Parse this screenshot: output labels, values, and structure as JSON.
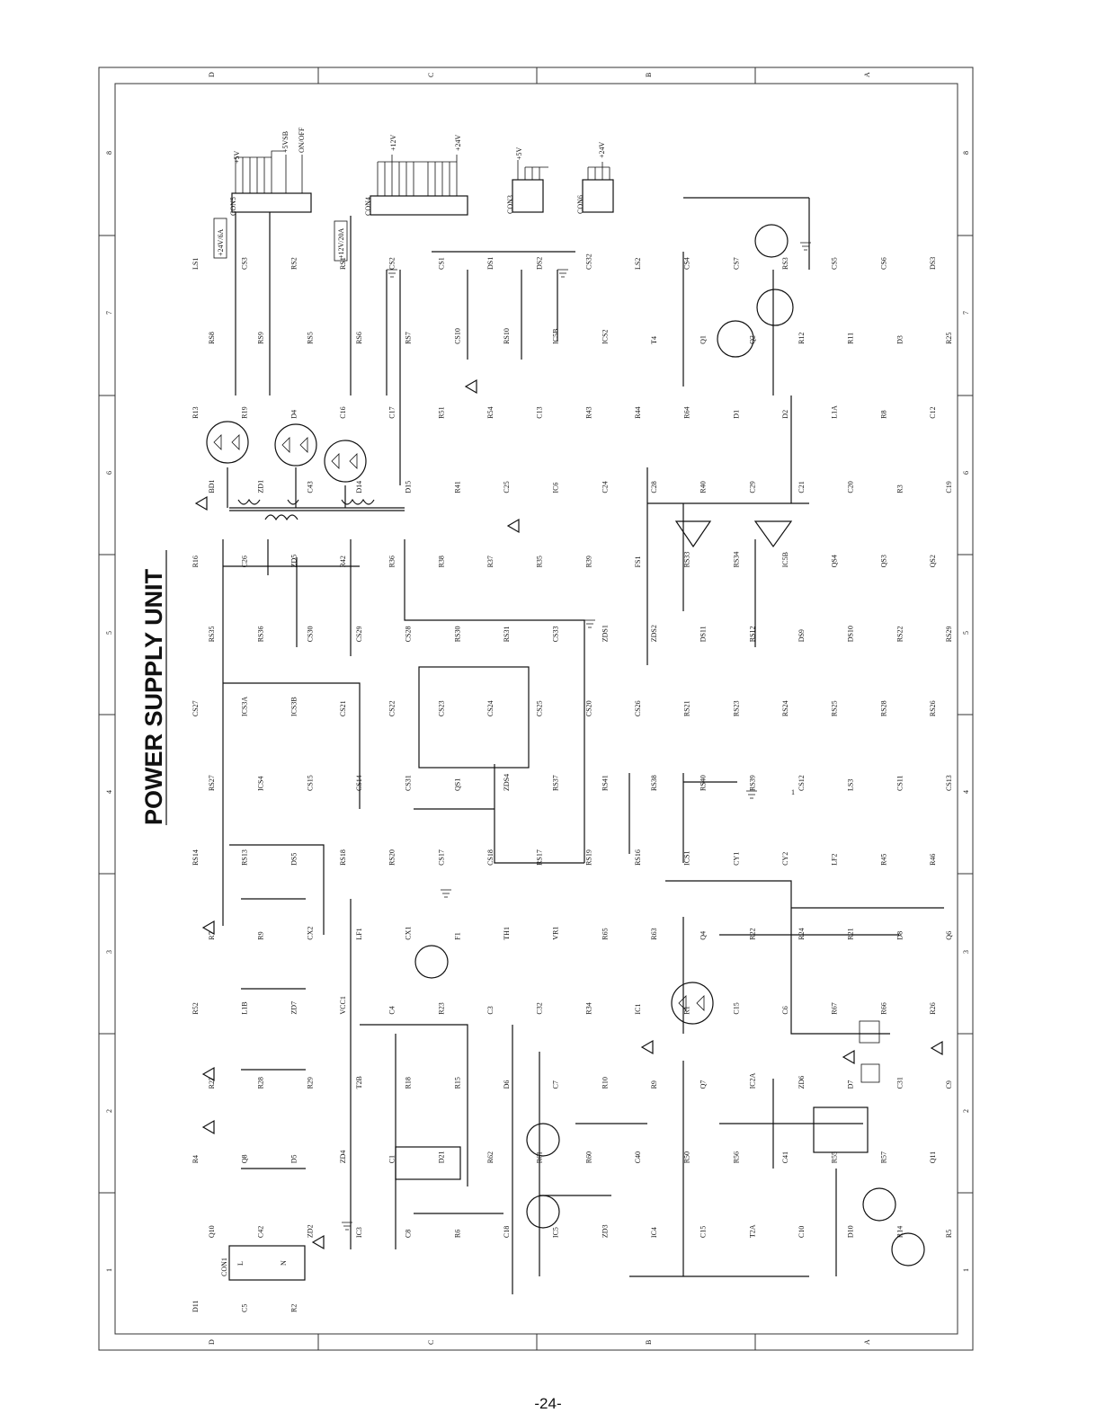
{
  "title": "POWER SUPPLY UNIT",
  "page_number": "-24-",
  "zones_vertical": [
    "D",
    "C",
    "B",
    "A"
  ],
  "zones_horizontal": [
    "8",
    "7",
    "6",
    "5",
    "4",
    "3",
    "2",
    "1"
  ],
  "connector_labels": {
    "con5": [
      "CON5",
      "+5V",
      "+5VSB",
      "ON/OFF",
      "+24V/6A"
    ],
    "con4": [
      "CON4",
      "+12V",
      "+24V",
      "+12V/20A"
    ],
    "con3": [
      "CON3",
      "+5V"
    ],
    "con6": [
      "CON6",
      "+24V"
    ],
    "con1": [
      "CON1",
      "L",
      "N"
    ]
  },
  "components": [
    "LS1",
    "CS3",
    "RS2",
    "RS1",
    "CS2",
    "CS1",
    "DS1",
    "DS2",
    "CS32",
    "LS2",
    "CS4",
    "CS7",
    "RS3",
    "CS5",
    "CS6",
    "DS3",
    "RS8",
    "RS9",
    "RS5",
    "RS6",
    "RS7",
    "CS10",
    "RS10",
    "IC5B",
    "ICS2",
    "T4",
    "Q1",
    "Q2",
    "R12",
    "R11",
    "D3",
    "R25",
    "R13",
    "R19",
    "D4",
    "C16",
    "C17",
    "R51",
    "R54",
    "C13",
    "R43",
    "R44",
    "R64",
    "D1",
    "D2",
    "L1A",
    "R8",
    "C12",
    "BD1",
    "ZD1",
    "C43",
    "D14",
    "D15",
    "R41",
    "C25",
    "IC6",
    "C24",
    "C28",
    "R40",
    "C29",
    "C21",
    "C20",
    "R3",
    "C19",
    "R16",
    "C26",
    "ZD5",
    "R42",
    "R36",
    "R38",
    "R37",
    "R35",
    "R39",
    "FS1",
    "RS33",
    "RS34",
    "IC5B",
    "QS4",
    "QS3",
    "QS2",
    "RS35",
    "RS36",
    "CS30",
    "CS29",
    "CS28",
    "RS30",
    "RS31",
    "CS33",
    "ZDS1",
    "ZDS2",
    "DS11",
    "RS12",
    "DS9",
    "DS10",
    "RS22",
    "RS29",
    "CS27",
    "ICS3A",
    "ICS3B",
    "CS21",
    "CS22",
    "CS23",
    "CS24",
    "CS25",
    "CS20",
    "CS26",
    "RS21",
    "RS23",
    "RS24",
    "RS25",
    "RS28",
    "RS26",
    "RS27",
    "ICS4",
    "CS15",
    "CS14",
    "CS31",
    "QS1",
    "ZDS4",
    "RS37",
    "RS41",
    "RS38",
    "RS40",
    "RS39",
    "CS12",
    "LS3",
    "CS11",
    "CS13",
    "RS14",
    "RS13",
    "DS5",
    "RS18",
    "RS20",
    "CS17",
    "CS18",
    "RS17",
    "RS19",
    "RS16",
    "ICS1",
    "CY1",
    "CY2",
    "LF2",
    "R45",
    "R46",
    "R7",
    "R9",
    "CX2",
    "LF1",
    "CX1",
    "F1",
    "TH1",
    "VR1",
    "R65",
    "R63",
    "Q4",
    "R22",
    "R24",
    "R21",
    "D8",
    "Q6",
    "R52",
    "L1B",
    "ZD7",
    "VCC1",
    "C4",
    "R23",
    "C3",
    "C32",
    "R34",
    "IC1",
    "R1",
    "C15",
    "C6",
    "R67",
    "R66",
    "R26",
    "R27",
    "R28",
    "R29",
    "T2B",
    "R18",
    "R15",
    "D6",
    "C7",
    "R10",
    "R9",
    "Q7",
    "IC2A",
    "ZD6",
    "D7",
    "C31",
    "C9",
    "R4",
    "Q8",
    "D5",
    "ZD4",
    "C1",
    "D21",
    "R62",
    "R61",
    "R60",
    "C40",
    "R50",
    "R56",
    "C41",
    "R55",
    "R57",
    "Q11",
    "Q10",
    "C42",
    "ZD2",
    "IC3",
    "C8",
    "R6",
    "C18",
    "IC5",
    "ZD3",
    "IC4",
    "C15",
    "T2A",
    "C10",
    "D10",
    "R14",
    "R5",
    "D11",
    "C5",
    "R2"
  ]
}
